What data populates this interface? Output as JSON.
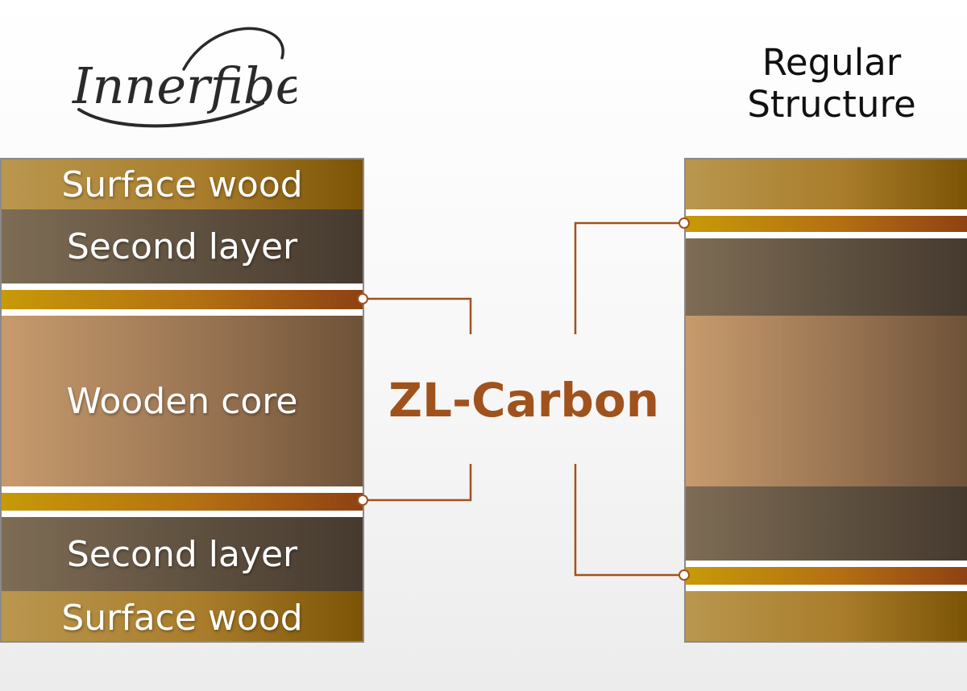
{
  "logo": {
    "text": "Innerfiber",
    "color": "#2a2a2a"
  },
  "regular": {
    "title_line1": "Regular",
    "title_line2": "Structure"
  },
  "innerfiber_stack": {
    "surface_top": "Surface wood",
    "second_top": "Second layer",
    "core": "Wooden core",
    "second_bottom": "Second layer",
    "surface_bottom": "Surface wood"
  },
  "center": {
    "label": "ZL-Carbon",
    "color": "#a0521d"
  },
  "colors": {
    "connector": "#a0521d",
    "surface": "#a97d2b",
    "second": "#5e503f",
    "core": "#9a7553",
    "carbon": "#b36f12"
  }
}
